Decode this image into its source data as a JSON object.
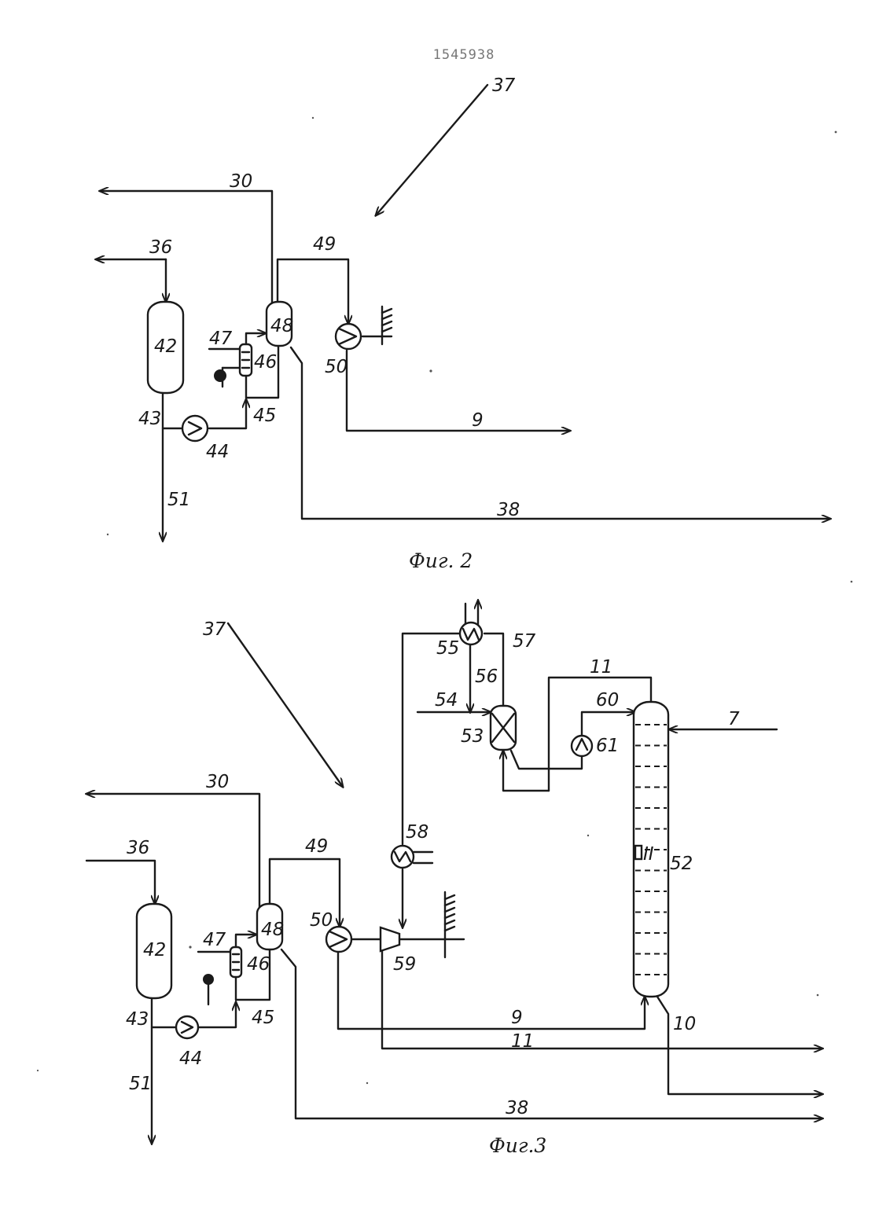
{
  "header_number": "1545938",
  "fig2": {
    "caption": "Фиг. 2",
    "labels": {
      "l37": "37",
      "l30": "30",
      "l36": "36",
      "l49": "49",
      "l48": "48",
      "l47": "47",
      "l42": "42",
      "l46": "46",
      "l50": "50",
      "l43": "43",
      "l45": "45",
      "l44": "44",
      "l9": "9",
      "l51": "51",
      "l38": "38"
    }
  },
  "fig3": {
    "caption": "Фиг.3",
    "labels": {
      "l37": "37",
      "l55": "55",
      "l57": "57",
      "l56": "56",
      "l11a": "11",
      "l60": "60",
      "l54": "54",
      "l53": "53",
      "l61": "61",
      "l7": "7",
      "l30": "30",
      "l58": "58",
      "l36": "36",
      "l49": "49",
      "l52": "52",
      "l47": "47",
      "l48": "48",
      "l42": "42",
      "l50": "50",
      "l46": "46",
      "l59": "59",
      "l43": "43",
      "l45": "45",
      "l10": "10",
      "l9": "9",
      "l11b": "11",
      "l44": "44",
      "l51": "51",
      "l38": "38",
      "lII": "II"
    }
  }
}
